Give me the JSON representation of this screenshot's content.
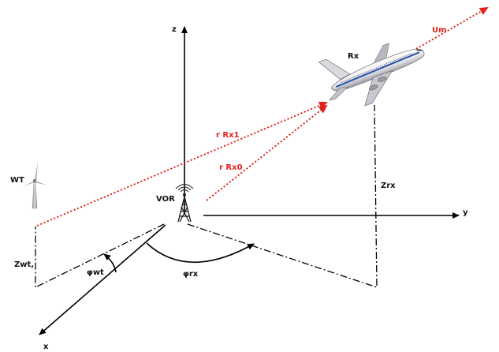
{
  "labels": {
    "z_axis": "z",
    "y_axis": "y",
    "x_axis": "x",
    "um": "Um",
    "rx": "Rx",
    "r_rx1": "r Rx1",
    "r_rx0": "r Rx0",
    "wt": "WT",
    "vor": "VOR",
    "zrx": "Zrx",
    "zwt": "Zwt,",
    "phi_wt": "φwt",
    "phi_rx": "φrx"
  },
  "colors": {
    "signal": "#e0201a",
    "lines": "#000000",
    "text": "#111111"
  },
  "icons": {
    "aircraft": "airplane-icon",
    "wind_turbine": "wind-turbine-icon",
    "vor_antenna": "radio-tower-icon"
  }
}
